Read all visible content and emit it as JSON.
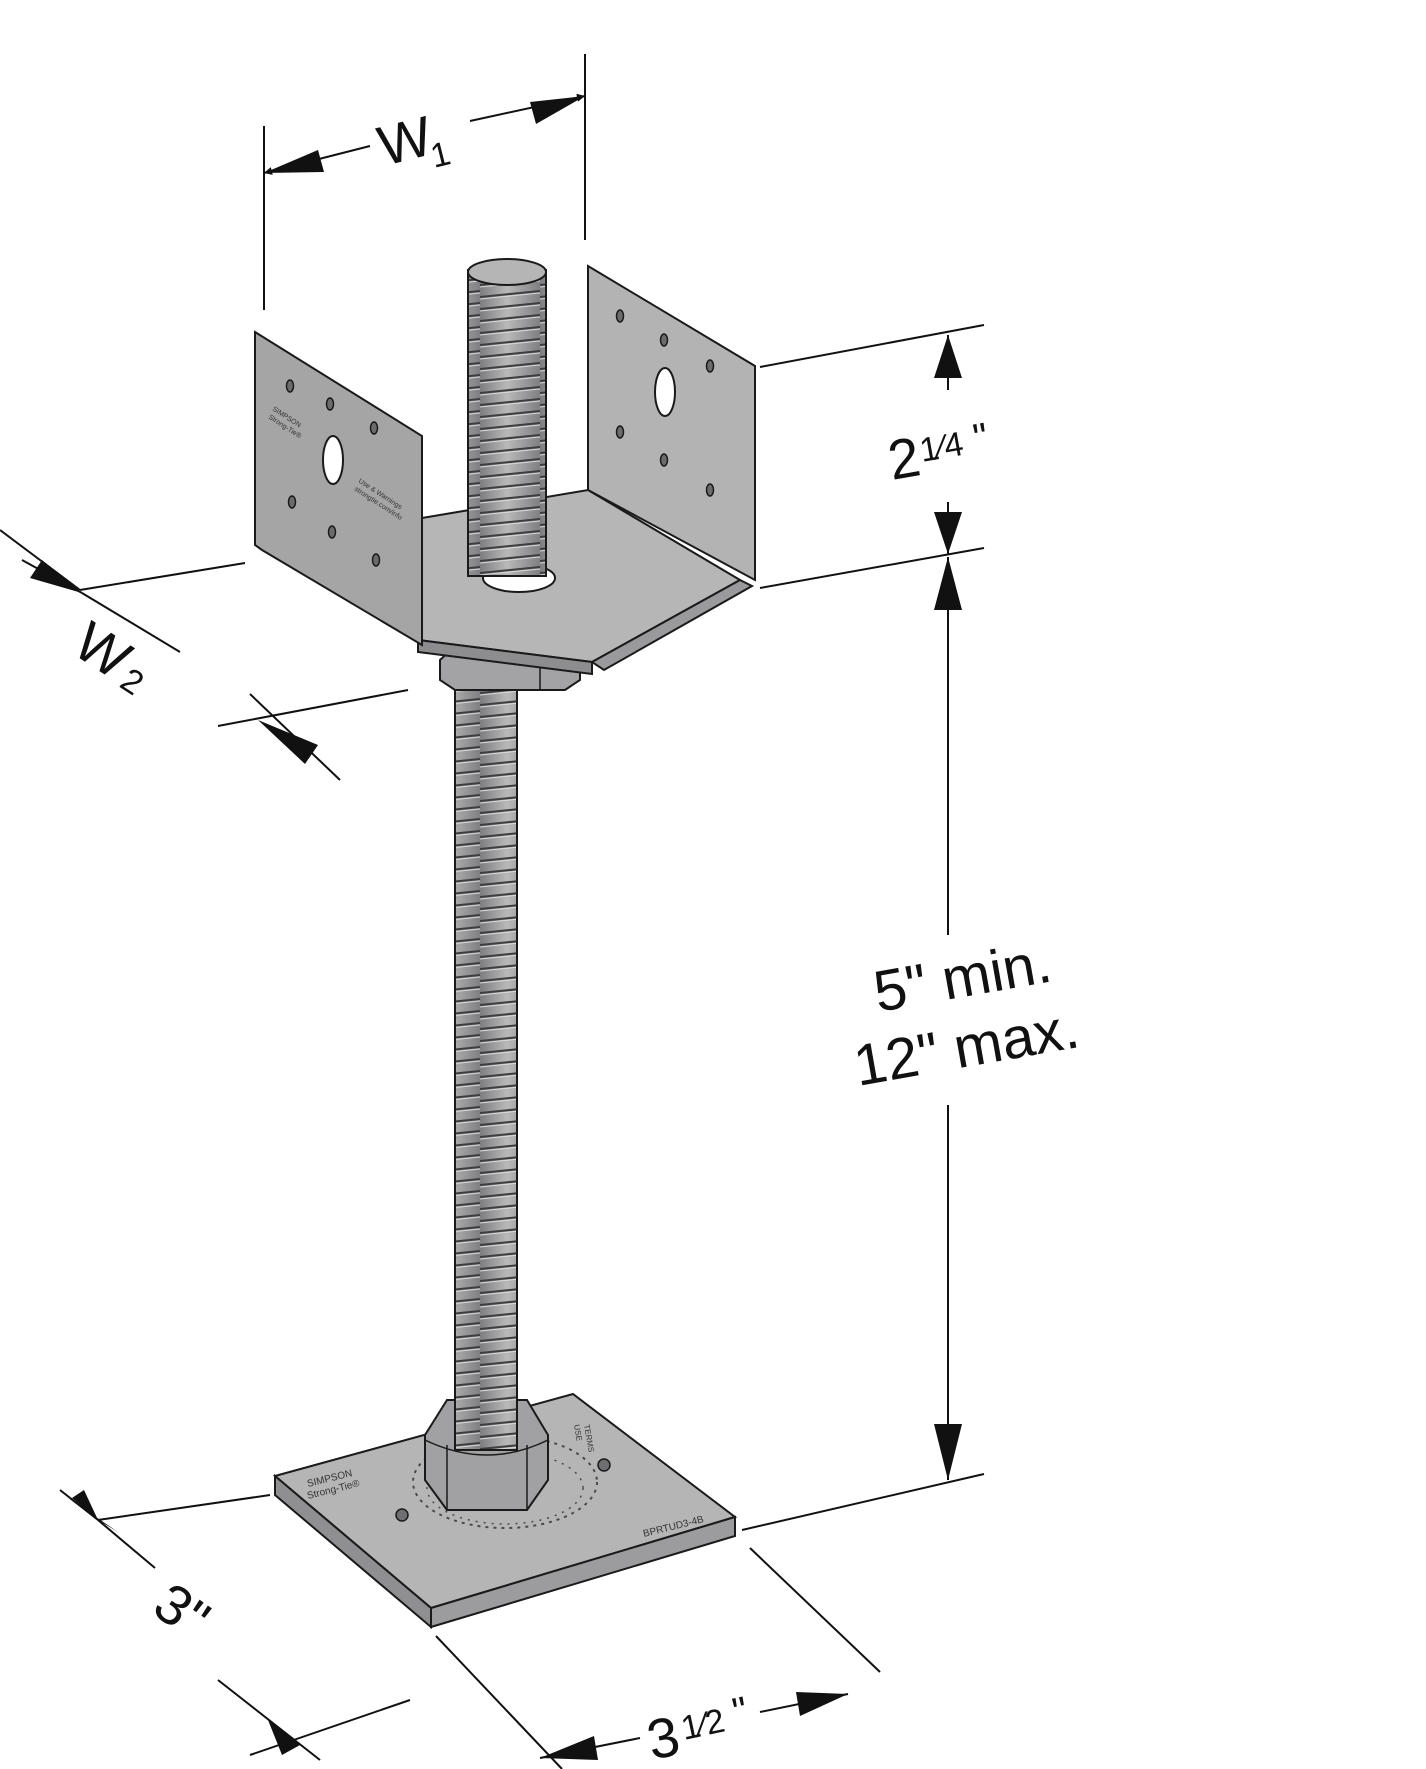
{
  "dimensions": {
    "w1": {
      "label": "W",
      "sub": "1"
    },
    "w2": {
      "label": "W",
      "sub": "2"
    },
    "saddle_height": {
      "whole": "2",
      "frac": "1⁄4",
      "unit": "\""
    },
    "rod_line1": "5\" min.",
    "rod_line2": "12\" max.",
    "base_depth": "3\"",
    "base_width": {
      "whole": "3",
      "frac": "1⁄2",
      "unit": "\""
    }
  },
  "stamps": {
    "saddle_brand_1": "SIMPSON",
    "saddle_brand_2": "Strong-Tie®",
    "saddle_warning_1": "Use & Warnings",
    "saddle_warning_2": "strongtie.com/info",
    "base_brand_1": "SIMPSON",
    "base_brand_2": "Strong-Tie®",
    "base_model": "BPRTUD3-4B",
    "base_corner_1": "USE",
    "base_corner_2": "TERMS"
  },
  "colors": {
    "metal": "#a9a9aa",
    "metal_dark": "#8e8e90",
    "metal_light": "#c2c2c3",
    "line": "#1a1a1a"
  }
}
